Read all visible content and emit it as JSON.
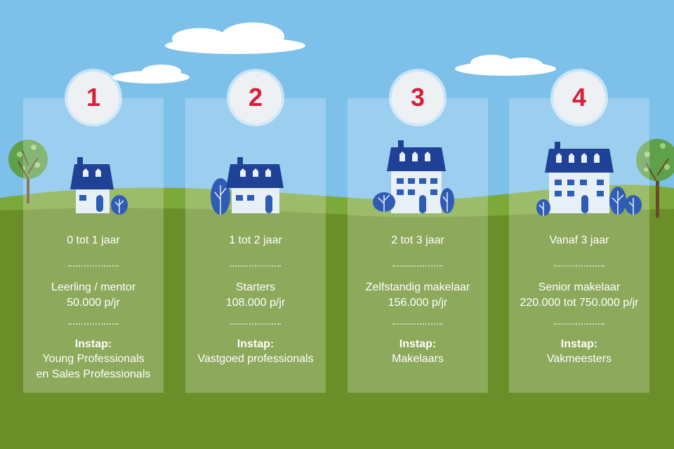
{
  "colors": {
    "sky": "#7dc0ea",
    "hill_light": "#7da83a",
    "hill_dark": "#6a8f29",
    "house_roof": "#1f4196",
    "house_wall": "#e7eff7",
    "badge_number": "#d81f3a"
  },
  "icons": [
    "cloud-icon",
    "tree-icon",
    "house-icon",
    "bush-icon"
  ],
  "steps": [
    {
      "number": "1",
      "period": "0 tot 1 jaar",
      "role": "Leerling / mentor",
      "salary": "50.000 p/jr",
      "entry_label": "Instap:",
      "entry_line1": "Young Professionals",
      "entry_line2": "en Sales Professionals"
    },
    {
      "number": "2",
      "period": "1 tot 2 jaar",
      "role": "Starters",
      "salary": "108.000 p/jr",
      "entry_label": "Instap:",
      "entry_line1": "Vastgoed professionals",
      "entry_line2": ""
    },
    {
      "number": "3",
      "period": "2 tot 3 jaar",
      "role": "Zelfstandig makelaar",
      "salary": "156.000 p/jr",
      "entry_label": "Instap:",
      "entry_line1": "Makelaars",
      "entry_line2": ""
    },
    {
      "number": "4",
      "period": "Vanaf 3 jaar",
      "role": "Senior makelaar",
      "salary": "220.000 tot 750.000 p/jr",
      "entry_label": "Instap:",
      "entry_line1": "Vakmeesters",
      "entry_line2": ""
    }
  ]
}
